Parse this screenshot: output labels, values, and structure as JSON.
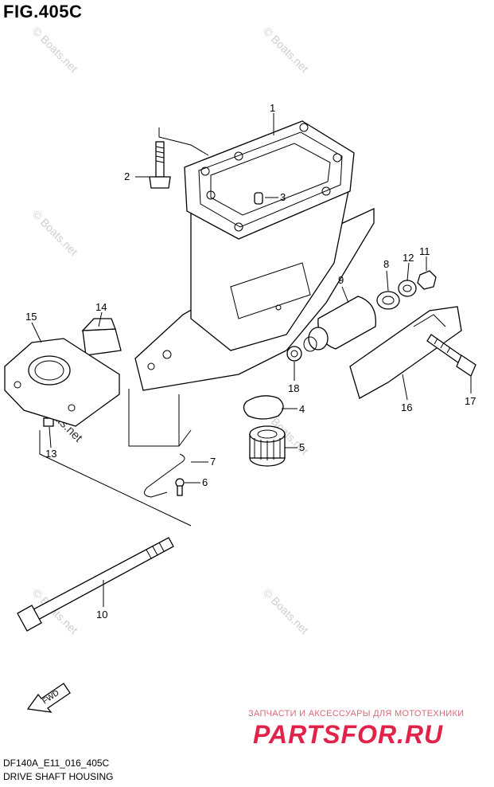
{
  "figure": {
    "title": "FIG.405C",
    "code": "DF140A_E11_016_405C",
    "caption": "DRIVE SHAFT HOUSING"
  },
  "fwd_label": "FWD",
  "watermark": "© Boats.net",
  "advert": {
    "tagline": "ЗАПЧАСТИ И АКСЕССУАРЫ ДЛЯ МОТОТЕХНИКИ",
    "logo": "PARTSFOR.RU",
    "color": "#e3224a"
  },
  "callouts": [
    "1",
    "2",
    "3",
    "4",
    "5",
    "6",
    "7",
    "8",
    "9",
    "10",
    "11",
    "12",
    "13",
    "14",
    "15",
    "16",
    "17",
    "18"
  ]
}
